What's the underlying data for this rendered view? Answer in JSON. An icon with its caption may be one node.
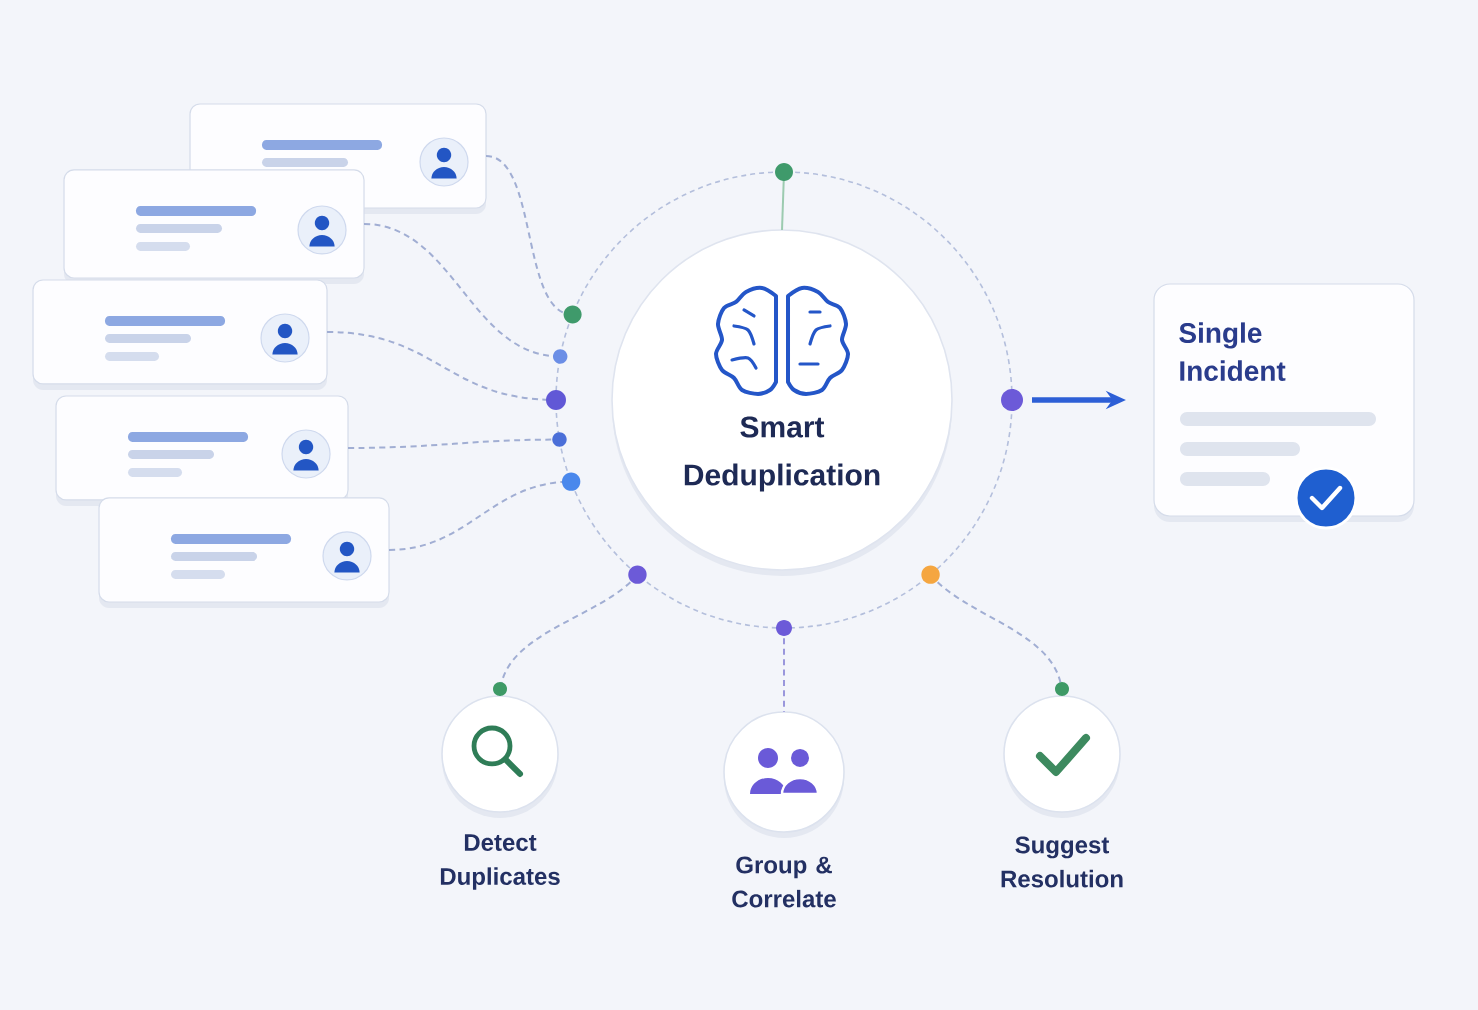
{
  "diagram": {
    "nodes": [
      {
        "text": [],
        "shape": "box"
      },
      {
        "text": [],
        "shape": "box"
      },
      {
        "text": [],
        "shape": "box"
      },
      {
        "text": [],
        "shape": "box"
      },
      {
        "text": [],
        "shape": "box"
      },
      {
        "text": [],
        "shape": "circle"
      },
      {
        "text": [
          "Smart Deduplication"
        ],
        "in": 5
      },
      {
        "text": [
          "Single Incident"
        ]
      },
      {
        "text": [
          "Detect Duplicates"
        ]
      },
      {
        "text": [
          "Group & Correlate"
        ]
      },
      {
        "text": [
          "Suggest Resolution"
        ]
      }
    ],
    "edges": [
      {
        "from": 0,
        "to": 5,
        "arrow": "other",
        "style": "dashed"
      },
      {
        "from": 1,
        "to": 5,
        "arrow": "other",
        "style": "dashed"
      },
      {
        "from": 2,
        "to": 5,
        "arrow": "other",
        "style": "dashed"
      },
      {
        "from": 3,
        "to": 5,
        "arrow": "other",
        "style": "dashed"
      },
      {
        "from": 4,
        "to": 5,
        "arrow": "other",
        "style": "dashed"
      },
      {
        "from": 5,
        "to": 6,
        "arrow": "other",
        "color": "#9ccbb0"
      },
      {
        "from": 5,
        "to": 7,
        "arrow": "to",
        "style": "thick",
        "color": "#2d5fd6"
      },
      {
        "from": 5,
        "to": 8,
        "arrow": "other",
        "style": "dashed"
      },
      {
        "from": 5,
        "to": 9,
        "arrow": "other",
        "style": "dashed",
        "color": "#9a97dc"
      },
      {
        "from": 5,
        "to": 10,
        "arrow": "other",
        "style": "dashed"
      }
    ]
  }
}
